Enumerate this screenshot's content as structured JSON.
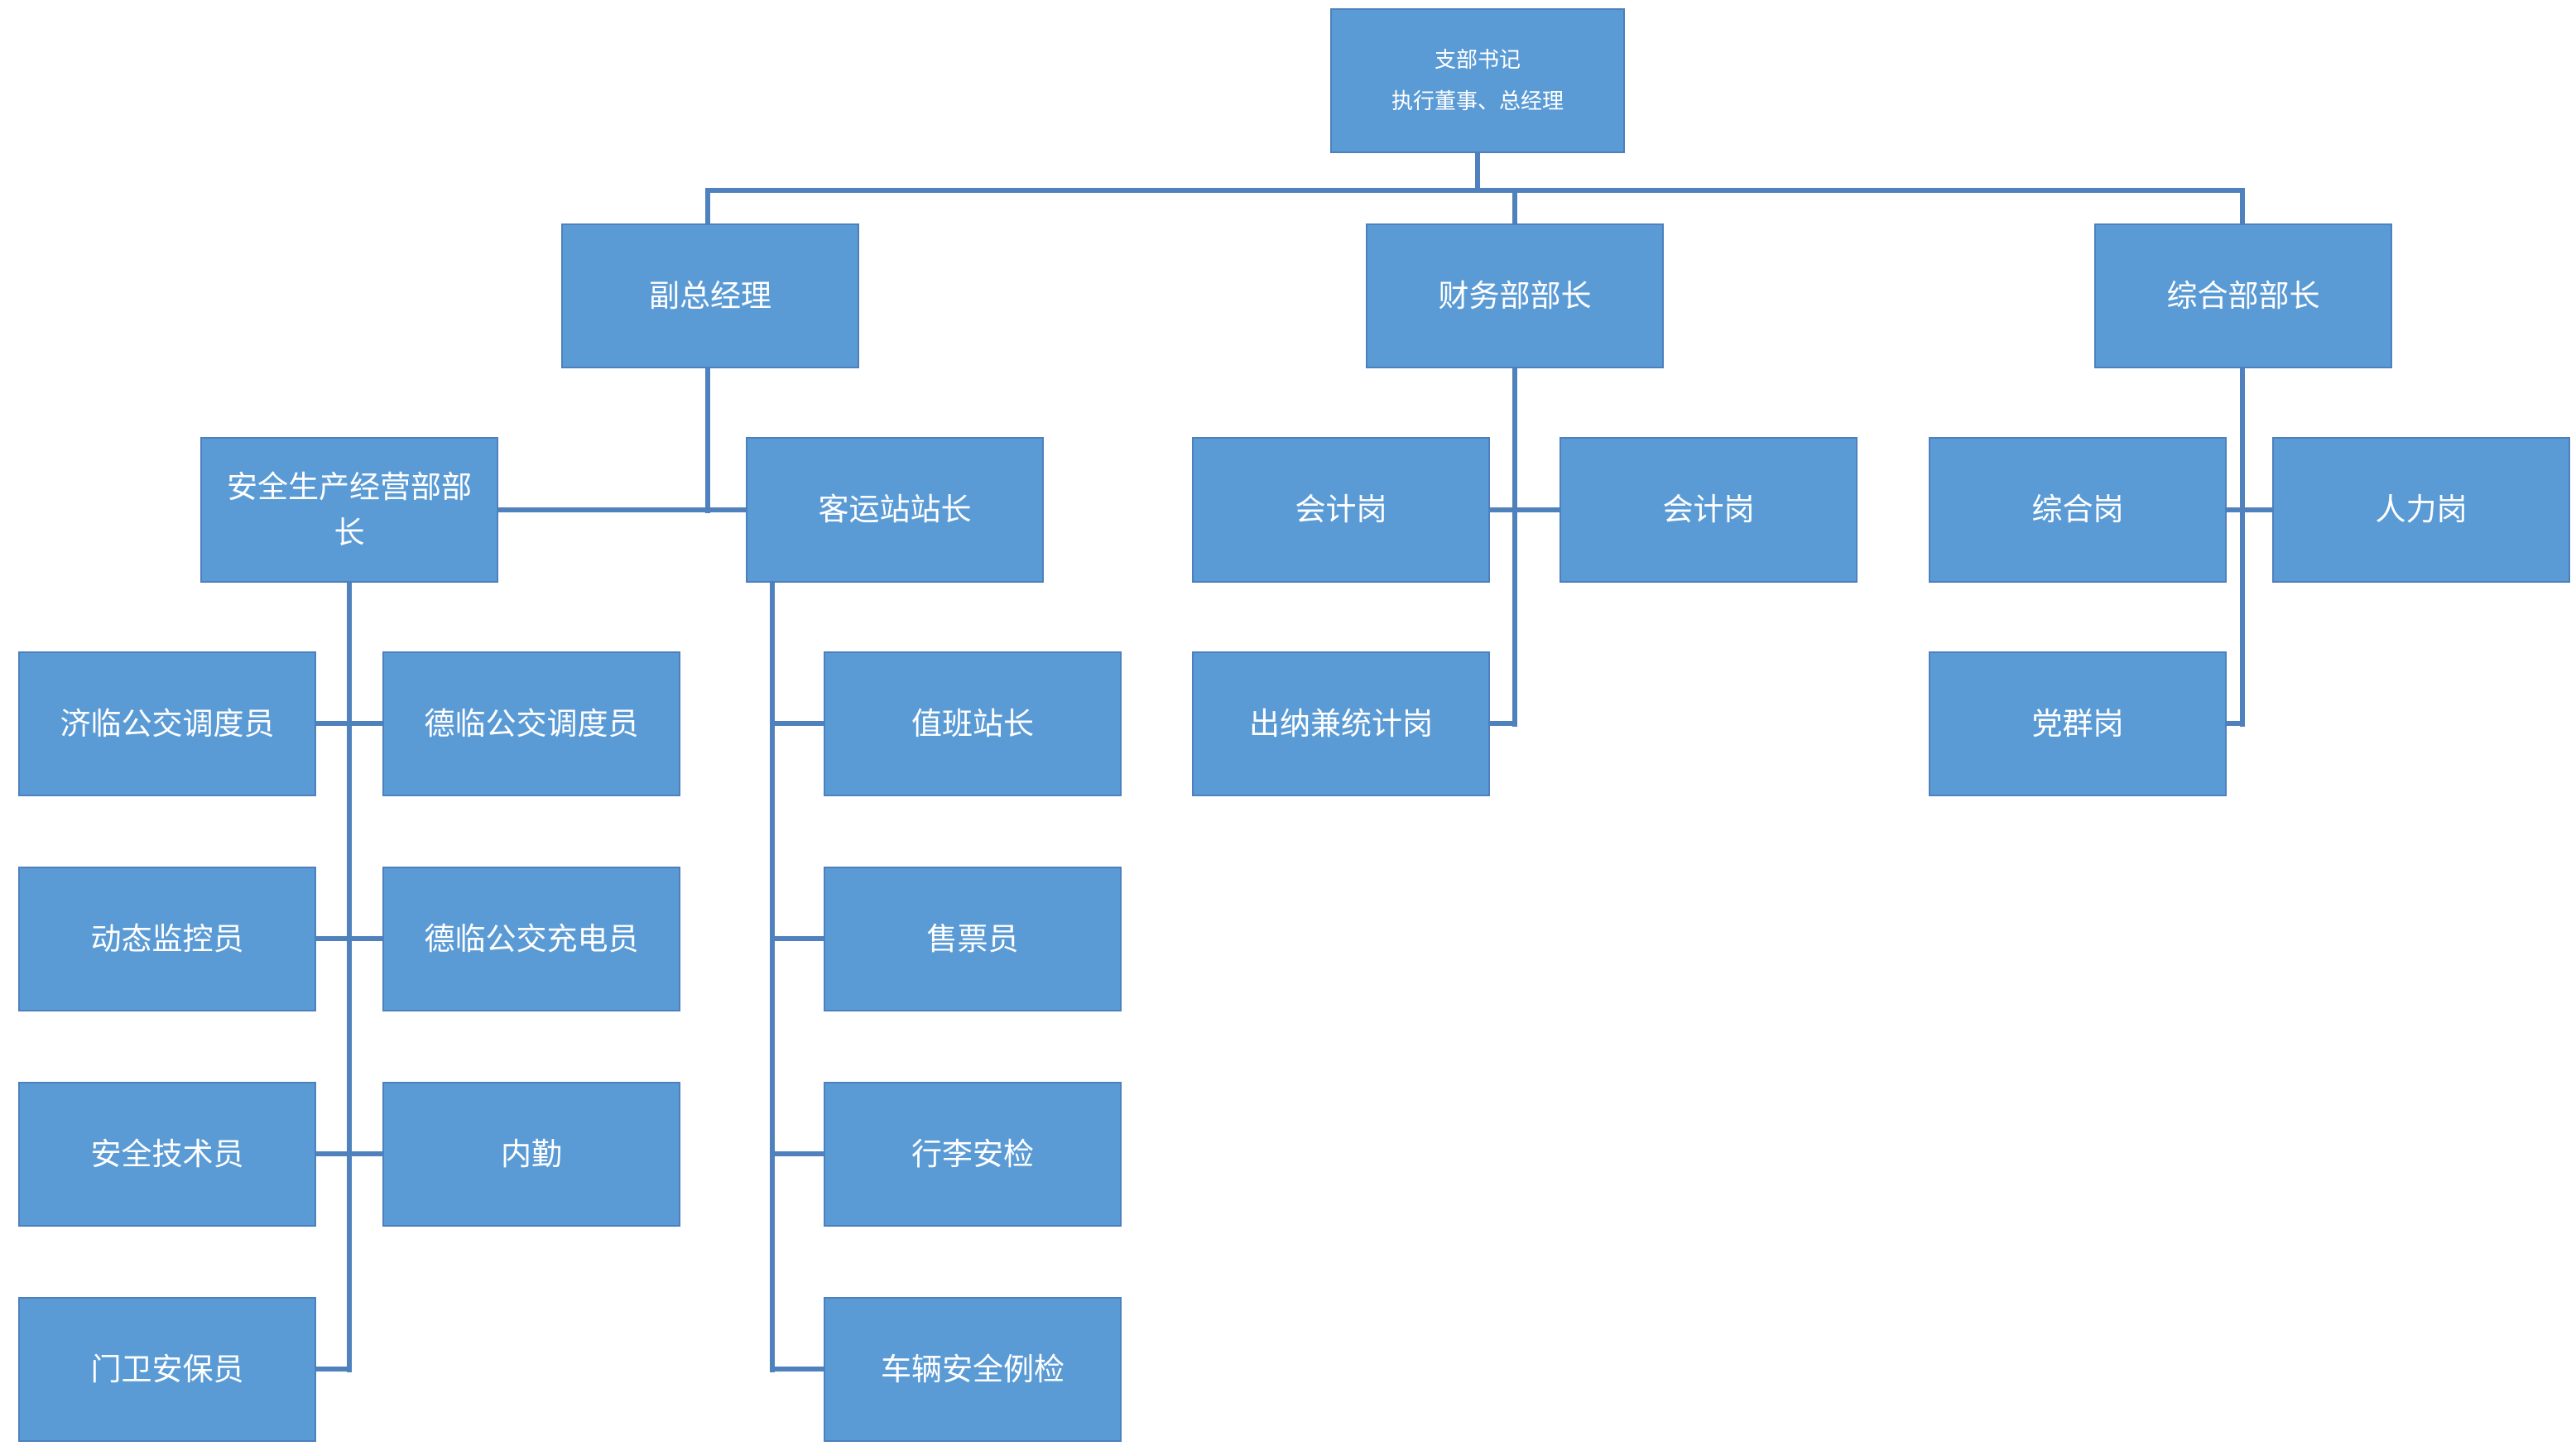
{
  "diagram": {
    "kind": "org-chart",
    "background_color": "#FFFFFF",
    "node_fill_color": "#5B9BD5",
    "node_border_color": "#4D80BD",
    "connector_color": "#4F81BD",
    "text_color": "#FFFFFF"
  },
  "nodes": {
    "root": {
      "label": "支部书记\n执行董事、总经理"
    },
    "deputy_gm": {
      "label": "副总经理"
    },
    "finance_head": {
      "label": "财务部部长"
    },
    "general_head": {
      "label": "综合部部长"
    },
    "safety_ops_head": {
      "label": "安全生产经营部部\n长"
    },
    "station_master": {
      "label": "客运站站长"
    },
    "accountant_1": {
      "label": "会计岗"
    },
    "accountant_2": {
      "label": "会计岗"
    },
    "general_post": {
      "label": "综合岗"
    },
    "hr_post": {
      "label": "人力岗"
    },
    "jilin_dispatcher": {
      "label": "济临公交调度员"
    },
    "delin_dispatcher": {
      "label": "德临公交调度员"
    },
    "dynamic_monitor": {
      "label": "动态监控员"
    },
    "delin_charger": {
      "label": "德临公交充电员"
    },
    "safety_technician": {
      "label": "安全技术员"
    },
    "office_clerk": {
      "label": "内勤"
    },
    "gate_guard": {
      "label": "门卫安保员"
    },
    "duty_station_master": {
      "label": "值班站长"
    },
    "ticket_seller": {
      "label": "售票员"
    },
    "luggage_security": {
      "label": "行李安检"
    },
    "vehicle_inspection": {
      "label": "车辆安全例检"
    },
    "cashier_statistics": {
      "label": "出纳兼统计岗"
    },
    "party_mass_post": {
      "label": "党群岗"
    }
  },
  "hierarchy": {
    "root": [
      "deputy_gm",
      "finance_head",
      "general_head"
    ],
    "deputy_gm": [
      "safety_ops_head",
      "station_master"
    ],
    "safety_ops_head": [
      "jilin_dispatcher",
      "delin_dispatcher",
      "dynamic_monitor",
      "delin_charger",
      "safety_technician",
      "office_clerk",
      "gate_guard"
    ],
    "station_master": [
      "duty_station_master",
      "ticket_seller",
      "luggage_security",
      "vehicle_inspection"
    ],
    "finance_head": [
      "accountant_1",
      "accountant_2",
      "cashier_statistics"
    ],
    "general_head": [
      "general_post",
      "hr_post",
      "party_mass_post"
    ]
  }
}
